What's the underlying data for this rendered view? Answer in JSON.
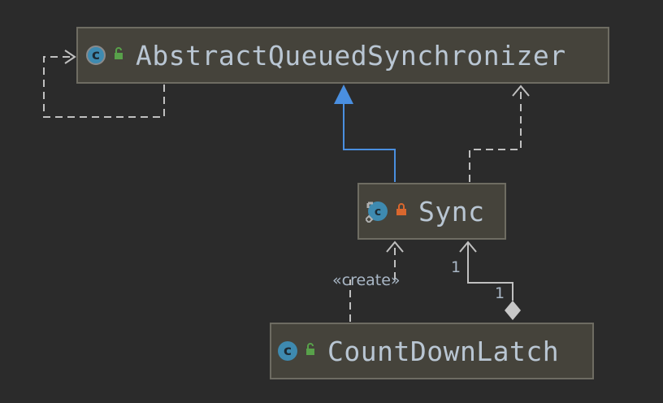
{
  "nodes": {
    "aqs": {
      "name": "AbstractQueuedSynchronizer",
      "kind_icon": "class-icon",
      "visibility_icon": "public-unlocked-icon"
    },
    "sync": {
      "name": "Sync",
      "kind_icon": "abstract-class-icon",
      "visibility_icon": "private-locked-icon"
    },
    "cdl": {
      "name": "CountDownLatch",
      "kind_icon": "class-icon",
      "visibility_icon": "public-unlocked-icon"
    }
  },
  "edges": {
    "create_label": "«create»",
    "sync_end_multiplicity": "1",
    "cdl_end_multiplicity": "1"
  },
  "colors": {
    "background": "#2b2b2b",
    "node_fill": "#45433b",
    "node_border": "#6e6c62",
    "text": "#b9c6d3",
    "generalization": "#4a8fe0",
    "dependency": "#c0c0c0",
    "class_icon": "#3e8ab0",
    "unlocked_icon": "#58a14a",
    "locked_icon": "#d9672e"
  }
}
